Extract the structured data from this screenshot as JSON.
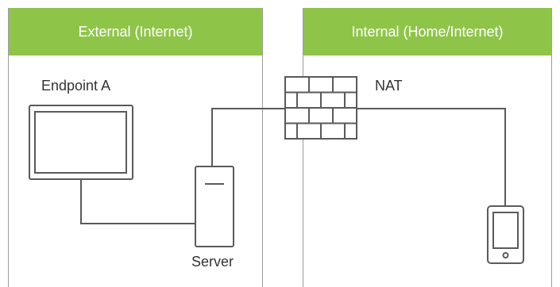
{
  "zones": {
    "external": {
      "title": "External (Internet)"
    },
    "internal": {
      "title": "Internal (Home/Internet)"
    }
  },
  "nodes": {
    "endpoint": {
      "label": "Endpoint A",
      "icon": "monitor-icon"
    },
    "server": {
      "label": "Server",
      "icon": "server-icon"
    },
    "nat": {
      "label": "NAT",
      "icon": "firewall-icon"
    },
    "device": {
      "label": "",
      "icon": "tablet-icon"
    }
  },
  "colors": {
    "header_green": "#8ec549",
    "header_text": "#ffffff",
    "line": "#5a5a5a",
    "border": "#9d9d9d",
    "label_text": "#333333"
  }
}
